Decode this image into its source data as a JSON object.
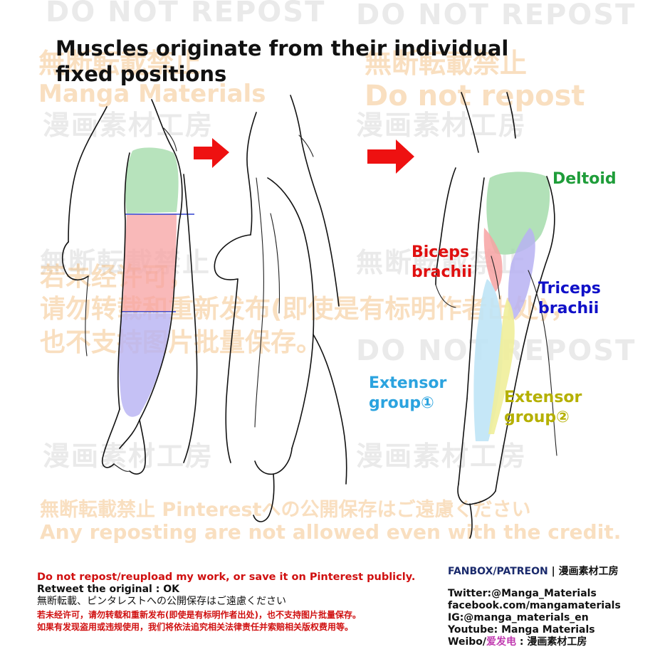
{
  "title": "Muscles originate from their individual fixed positions",
  "labels": {
    "deltoid": "Deltoid",
    "biceps_line1": "Biceps",
    "biceps_line2": "brachii",
    "triceps_line1": "Triceps",
    "triceps_line2": "brachii",
    "extensor1_line1": "Extensor",
    "extensor1_line2": "group①",
    "extensor2_line1": "Extensor",
    "extensor2_line2": "group②"
  },
  "watermarks": {
    "do_not_repost_caps": "DO NOT REPOST",
    "jp_no_reprint": "無断転載禁止",
    "manga_materials": "Manga Materials",
    "do_not_repost": "Do not repost",
    "studio_cn": "漫画素材工房",
    "cn_line1": "若未经许可，",
    "cn_line2": "请勿转载和重新发布(即使是有标明作者出处)，",
    "cn_line3": "也不支持图片批量保存。",
    "jp_pinterest": "無断転載禁止 Pinterestへの公開保存はご遠慮ください",
    "en_credit": "Any reposting are not allowed even with the credit."
  },
  "footer": {
    "line1": "Do not repost/reupload my work, or save it on Pinterest publicly.",
    "line2": "Retweet the original : OK",
    "line3": "無断転載、ピンタレストへの公開保存はご遠慮ください",
    "line4": "若未经许可，请勿转载和重新发布(即使是有标明作者出处)，也不支持图片批量保存。",
    "line5": "如果有发现盗用或违规使用，我们将依法追究相关法律责任并索赔相关版权费用等。",
    "platform": "FANBOX/PATREON",
    "separator": "|",
    "studio": "漫画素材工房",
    "twitter": "Twitter:@Manga_Materials",
    "facebook": "facebook.com/mangamaterials",
    "ig": "IG:@manga_materials_en",
    "youtube": "Youtube: Manga Materials",
    "weibo_prefix": "Weibo/",
    "weibo_highlight": "爱发电",
    "weibo_suffix": " : 漫画素材工房"
  },
  "colors": {
    "deltoid": "#1f9d3a",
    "biceps": "#e01010",
    "triceps": "#1010c8",
    "extensor1": "#2ba3df",
    "extensor2": "#b5b000",
    "footer_red": "#d01010",
    "weibo_pink": "#c03ab0",
    "platform_navy": "#1a2a6c",
    "arrow_red": "#ee1111"
  }
}
